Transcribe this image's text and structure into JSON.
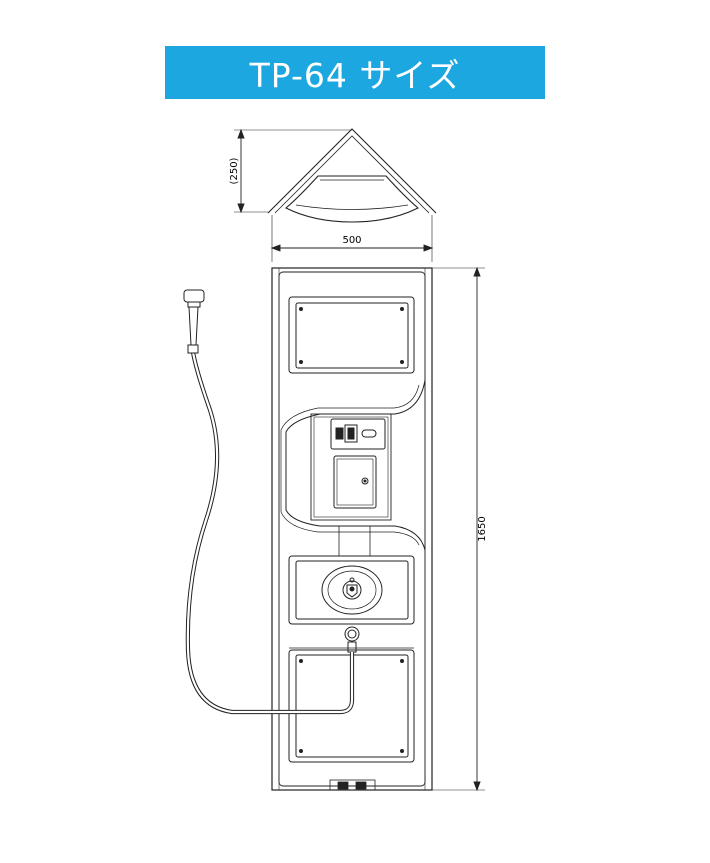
{
  "title": {
    "text": "TP-64 サイズ",
    "background": "#1ca7e0",
    "color": "#ffffff"
  },
  "dimensions": {
    "top_depth": "(250)",
    "width": "500",
    "height": "1650"
  },
  "colors": {
    "line": "#222222",
    "panel_fill": "#ffffff"
  }
}
